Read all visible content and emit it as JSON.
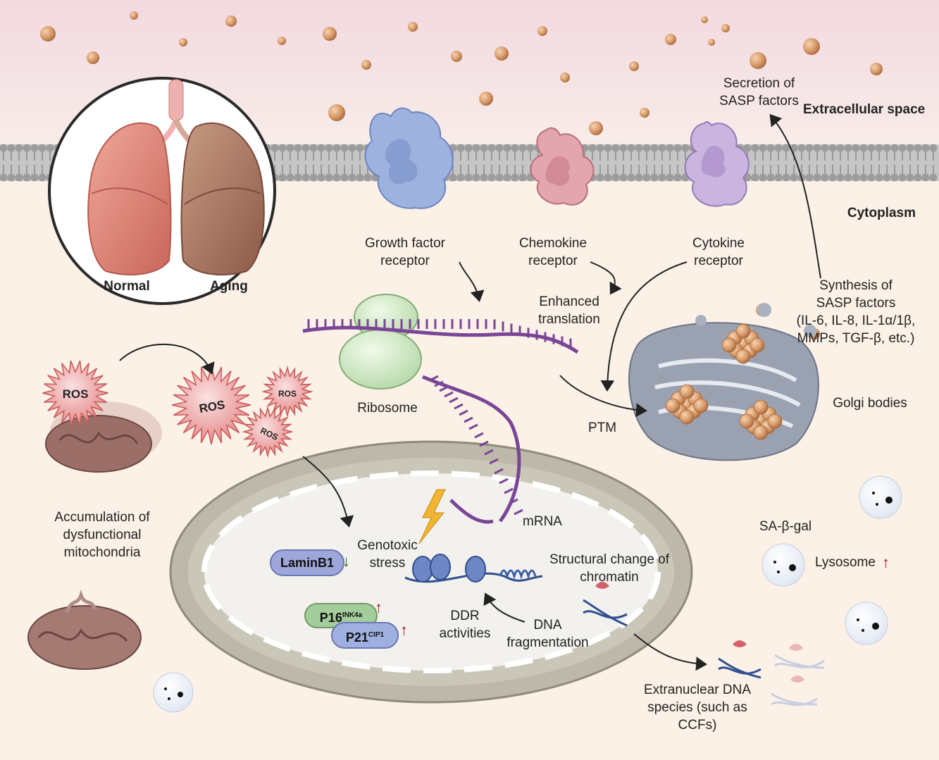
{
  "regions": {
    "extracellular": "Extracellular space",
    "cytoplasm": "Cytoplasm"
  },
  "lung": {
    "normal": "Normal",
    "aging": "Aging"
  },
  "receptors": {
    "growth_factor": "Growth factor receptor",
    "chemokine": "Chemokine receptor",
    "cytokine": "Cytokine receptor"
  },
  "labels": {
    "secretion": "Secretion of SASP factors",
    "synthesis_line1": "Synthesis of",
    "synthesis_line2": "SASP factors",
    "synthesis_line3": "(IL-6, IL-8, IL-1α/1β,",
    "synthesis_line4": "MMPs, TGF-β, etc.)",
    "enhanced_translation": "Enhanced translation",
    "ribosome": "Ribosome",
    "ptm": "PTM",
    "golgi": "Golgi bodies",
    "mrna": "mRNA",
    "accumulation": "Accumulation of dysfunctional mitochondria",
    "genotoxic": "Genotoxic stress",
    "structural_change": "Structural change of chromatin",
    "ddr": "DDR activities",
    "dna_fragmentation": "DNA fragmentation",
    "extranuclear": "Extranuclear DNA species (such as CCFs)",
    "sa_beta_gal": "SA-β-gal",
    "lysosome": "Lysosome"
  },
  "ros": [
    "ROS",
    "ROS",
    "ROS",
    "ROS"
  ],
  "markers": {
    "laminb1": "LaminB1",
    "p16": "P16",
    "p16_sup": "INK4a",
    "p21": "P21",
    "p21_sup": "CIP1"
  },
  "colors": {
    "extracellular_bg": "#f5e4e8",
    "cytoplasm_bg": "#fbf1e6",
    "mrna": "#7a4596",
    "up_arrow": "#a01818",
    "down_arrow": "#1d6a22"
  }
}
